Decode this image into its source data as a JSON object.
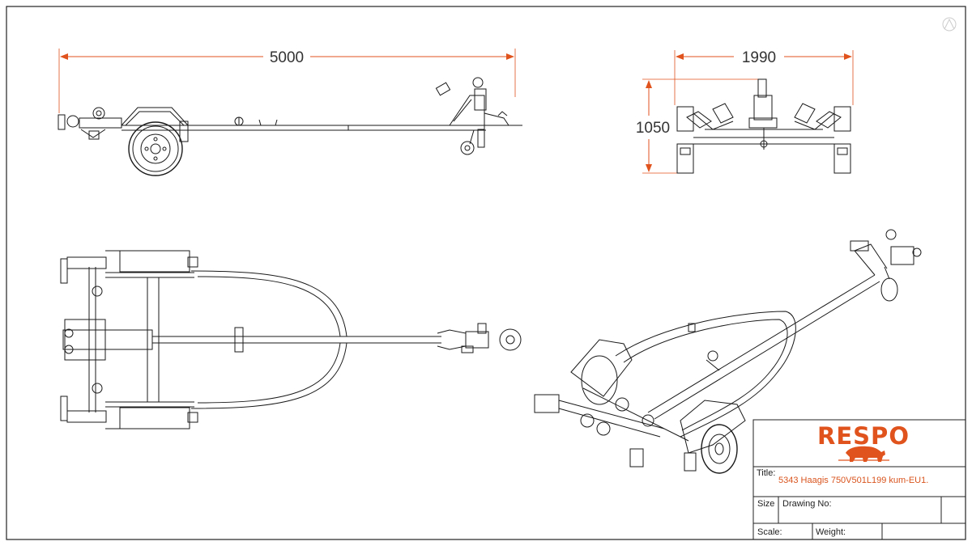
{
  "dimensions": {
    "overall_length": "5000",
    "overall_width": "1990",
    "overall_height": "1050"
  },
  "title_block": {
    "brand": "RESPO",
    "brand_color": "#e0531c",
    "title_label": "Title:",
    "title_value": "5343 Haagis 750V501L199 kum-EU1.",
    "size_label": "Size",
    "drawing_no_label": "Drawing No:",
    "scale_label": "Scale:",
    "weight_label": "Weight:"
  },
  "colors": {
    "dimension_line": "#e0531c",
    "drawing_line": "#1a1a1a"
  },
  "icons": [
    "brand-logo-animal-icon",
    "corner-mark-icon"
  ]
}
